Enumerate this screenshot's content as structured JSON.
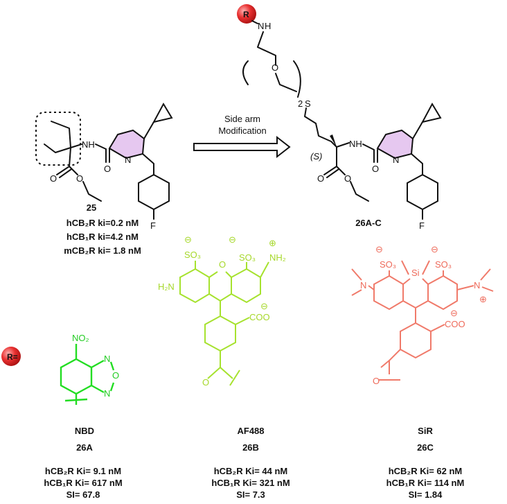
{
  "compound_25": {
    "label": "25",
    "lines": [
      "hCB₂R ki=0.2 nM",
      "hCB₁R ki=4.2 nM",
      "mCB₂R ki= 1.8 nM"
    ]
  },
  "arrow": {
    "line1": "Side arm",
    "line2": "Modification"
  },
  "compound_26": {
    "label": "26A-C",
    "stereo": "(S)",
    "repeat": "2"
  },
  "r_label": "R",
  "r_equals": "R=",
  "atoms": {
    "N": "N",
    "NH": "NH",
    "H": "H",
    "O": "O",
    "S": "S",
    "F": "F",
    "NO2": "NO₂",
    "SO3": "SO₃",
    "H2N": "H₂N",
    "NH2": "NH₂",
    "COO": "COO",
    "Si": "Si",
    "minus": "⊖",
    "plus": "⊕"
  },
  "dyes": [
    {
      "name": "NBD",
      "code": "26A",
      "lines": [
        "hCB₂R Ki= 9.1 nM",
        "hCB₁R Ki= 617 nM",
        "SI= 67.8"
      ]
    },
    {
      "name": "AF488",
      "code": "26B",
      "lines": [
        "hCB₂R Ki= 44 nM",
        "hCB₁R Ki= 321 nM",
        "SI= 7.3"
      ]
    },
    {
      "name": "SiR",
      "code": "26C",
      "lines": [
        "hCB₂R Ki= 62 nM",
        "hCB₁R Ki= 114 nM",
        "SI= 1.84"
      ]
    }
  ],
  "colors": {
    "pyridine_fill": "#e6c8f0",
    "nbd": "#22dd22",
    "af488": "#a6e22e",
    "sir": "#f07a6a",
    "r_ball": "#e83030"
  }
}
